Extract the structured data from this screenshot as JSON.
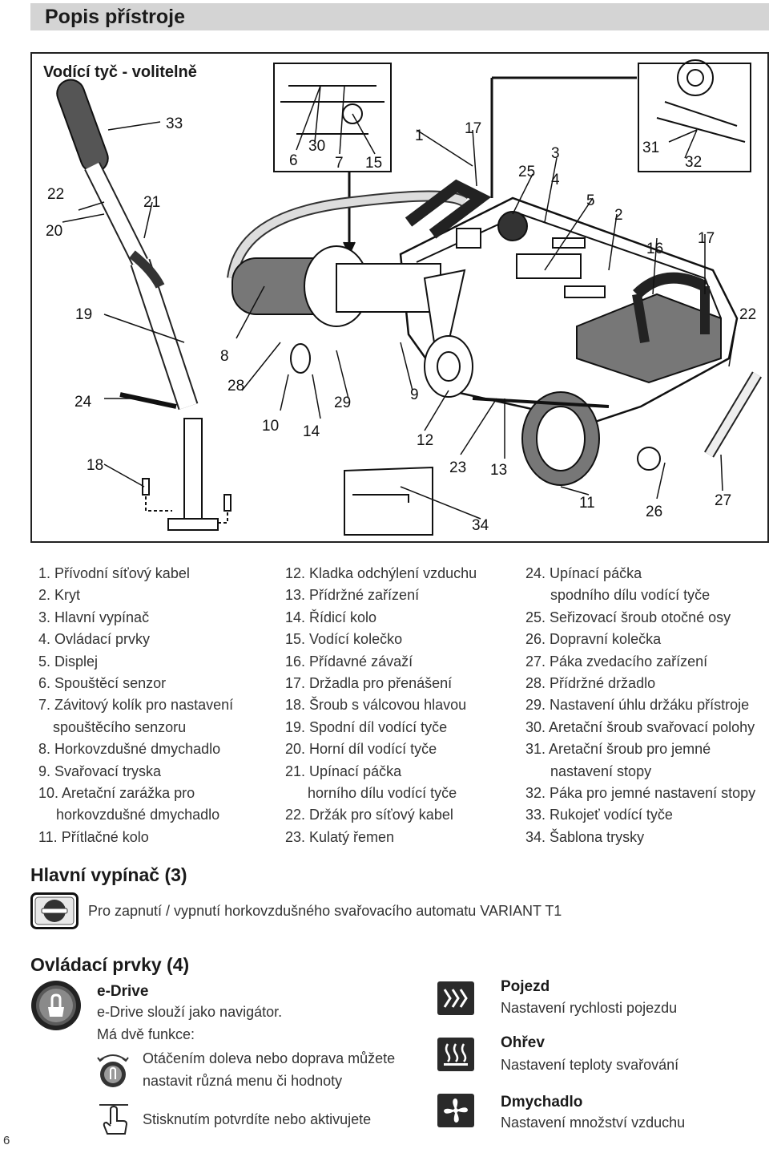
{
  "header": {
    "title": "Popis přístroje"
  },
  "figure": {
    "heading": "Vodící tyč - volitelně",
    "callouts": [
      "33",
      "22",
      "21",
      "20",
      "30",
      "6",
      "7",
      "15",
      "1",
      "17",
      "25",
      "3",
      "4",
      "5",
      "2",
      "31",
      "32",
      "16",
      "17",
      "19",
      "22",
      "8",
      "28",
      "24",
      "29",
      "9",
      "10",
      "14",
      "12",
      "18",
      "23",
      "13",
      "11",
      "26",
      "27",
      "34"
    ]
  },
  "legend": {
    "col1": [
      {
        "text": "1. Přívodní síťový kabel"
      },
      {
        "text": "2. Kryt"
      },
      {
        "text": "3. Hlavní vypínač"
      },
      {
        "text": "4. Ovládací prvky"
      },
      {
        "text": "5. Displej"
      },
      {
        "text": "6. Spouštěcí senzor"
      },
      {
        "text": "7. Závitový kolík pro nastavení"
      },
      {
        "text": "spouštěcího senzoru",
        "cont": true
      },
      {
        "text": "8. Horkovzdušné dmychadlo"
      },
      {
        "text": "9. Svařovací tryska"
      },
      {
        "text": "10. Aretační zarážka pro"
      },
      {
        "text": "horkovzdušné dmychadlo",
        "cont": true
      },
      {
        "text": "11. Přítlačné kolo"
      }
    ],
    "col2": [
      {
        "text": "12. Kladka odchýlení vzduchu"
      },
      {
        "text": "13. Přídržné zařízení"
      },
      {
        "text": "14. Řídicí kolo"
      },
      {
        "text": "15. Vodící kolečko"
      },
      {
        "text": "16. Přídavné závaží"
      },
      {
        "text": "17. Držadla pro přenášení"
      },
      {
        "text": "18. Šroub s válcovou hlavou"
      },
      {
        "text": "19. Spodní díl vodící tyče"
      },
      {
        "text": "20. Horní díl vodící tyče"
      },
      {
        "text": "21. Upínací páčka"
      },
      {
        "text": "horního dílu vodící tyče",
        "cont": true
      },
      {
        "text": "22. Držák pro síťový kabel"
      },
      {
        "text": "23. Kulatý řemen"
      }
    ],
    "col3": [
      {
        "text": "24. Upínací páčka"
      },
      {
        "text": "spodního dílu vodící tyče",
        "cont": true
      },
      {
        "text": "25. Seřizovací šroub otočné osy"
      },
      {
        "text": "26. Dopravní kolečka"
      },
      {
        "text": "27. Páka zvedacího zařízení"
      },
      {
        "text": "28. Přídržné držadlo"
      },
      {
        "text": "29. Nastavení úhlu držáku přístroje"
      },
      {
        "text": "30. Aretační šroub svařovací polohy"
      },
      {
        "text": "31. Aretační šroub pro jemné"
      },
      {
        "text": "nastavení stopy",
        "cont": true
      },
      {
        "text": "32. Páka pro jemné nastavení stopy"
      },
      {
        "text": "33. Rukojeť vodící tyče"
      },
      {
        "text": "34. Šablona trysky"
      }
    ]
  },
  "main_switch": {
    "title": "Hlavní vypínač (3)",
    "description": "Pro zapnutí / vypnutí horkovzdušného svařovacího automatu VARIANT T1",
    "icon": "main-switch-icon"
  },
  "controls": {
    "title": "Ovládací prvky (4)",
    "edrive": {
      "name": "e-Drive",
      "line1": "e-Drive slouží jako navigátor.",
      "line2": "Má dvě funkce:",
      "turn_line1": "Otáčením doleva nebo doprava můžete",
      "turn_line2": "nastavit různá menu či hodnoty",
      "press_text": "Stisknutím potvrdíte nebo aktivujete"
    },
    "drive": {
      "title": "Pojezd",
      "desc": "Nastavení rychlosti pojezdu",
      "icon": "drive-speed-icon"
    },
    "heat": {
      "title": "Ohřev",
      "desc": "Nastavení teploty svařování",
      "icon": "heat-icon"
    },
    "blower": {
      "title": "Dmychadlo",
      "desc": "Nastavení množství vzduchu",
      "icon": "fan-icon"
    }
  },
  "page_number": "6"
}
